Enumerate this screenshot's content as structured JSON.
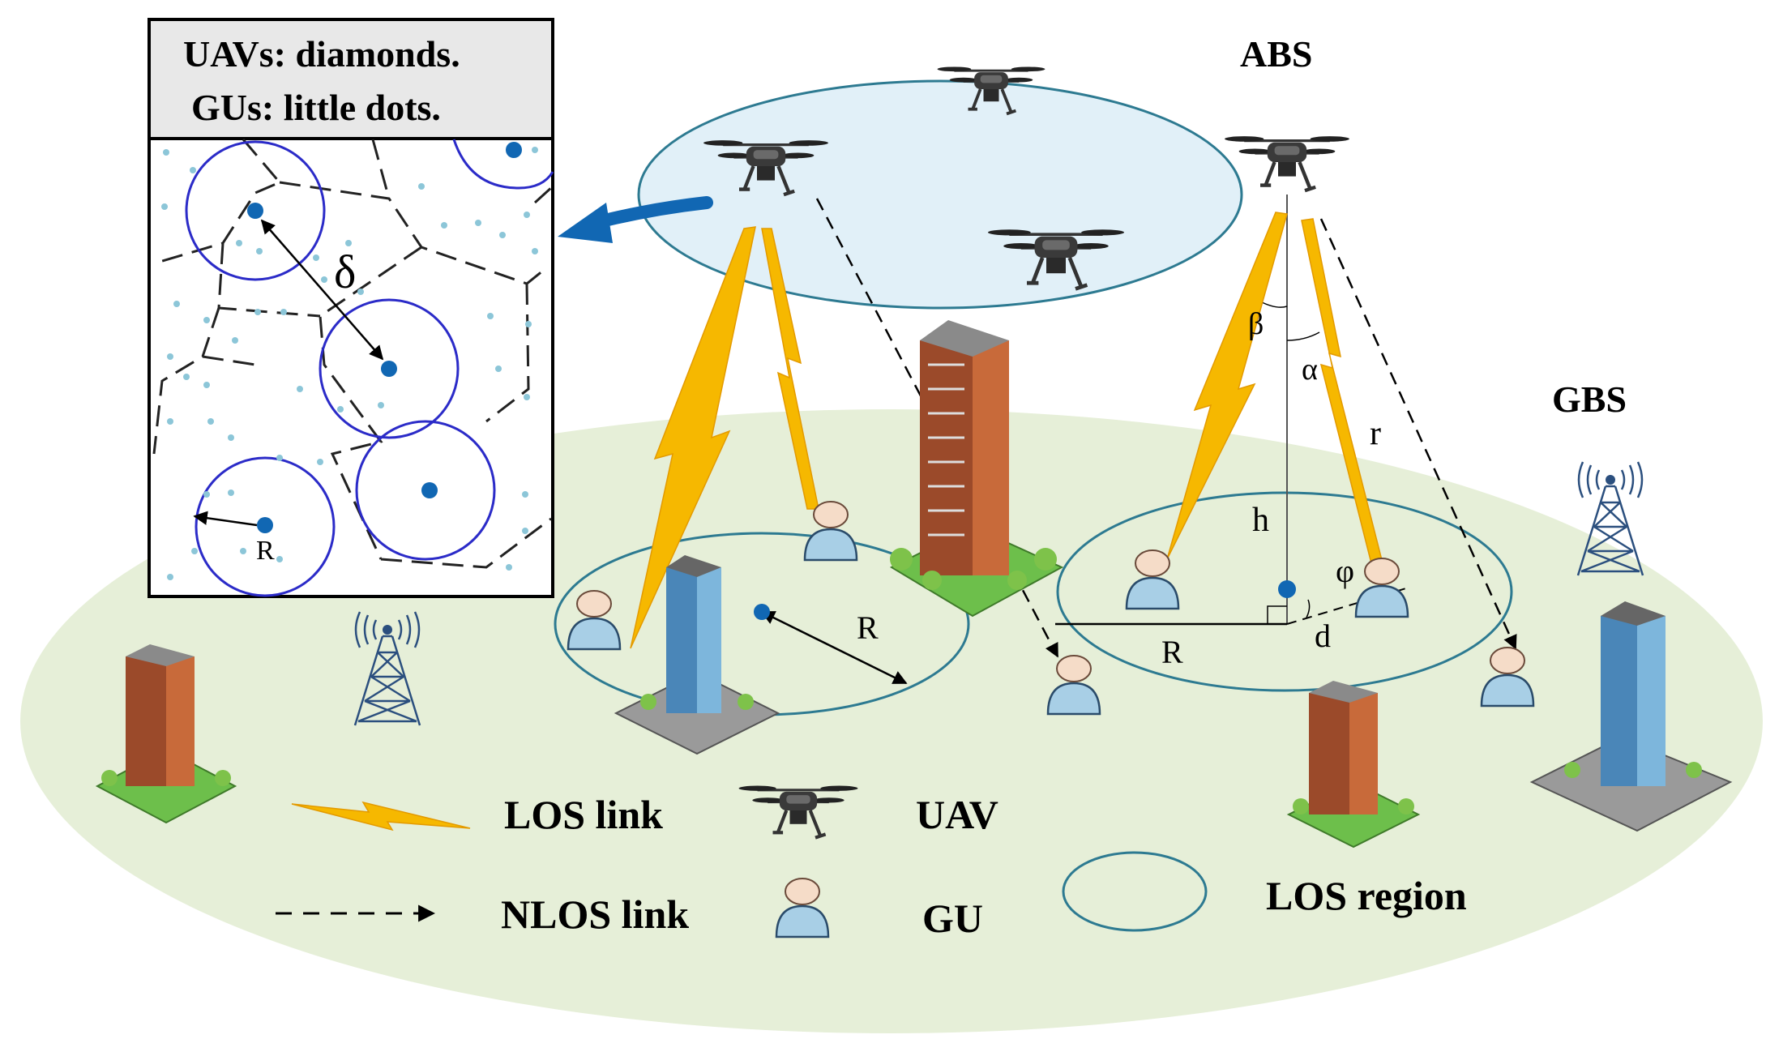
{
  "inset": {
    "line1": "UAVs: diamonds.",
    "line2": "GUs:   little dots.",
    "delta_label": "δ",
    "radius_label": "R"
  },
  "scene": {
    "abs_label": "ABS",
    "gbs_label": "GBS",
    "beta_label": "β",
    "alpha_label": "α",
    "r_label": "r",
    "h_label": "h",
    "phi_label": "φ",
    "d_label": "d",
    "R_label_right": "R",
    "R_label_left": "R"
  },
  "legend": {
    "los_link": "LOS link",
    "nlos_link": "NLOS link",
    "uav": "UAV",
    "gu": "GU",
    "los_region": "LOS region"
  },
  "colors": {
    "ground": "#e6efd8",
    "abs_disc": "#e1f0f8",
    "region_stroke": "#2d7a91",
    "los_link": "#f6b800",
    "inset_circle": "#2b2bc8",
    "gu_dot": "#8cc6d8",
    "uav_dot": "#1167b3"
  }
}
